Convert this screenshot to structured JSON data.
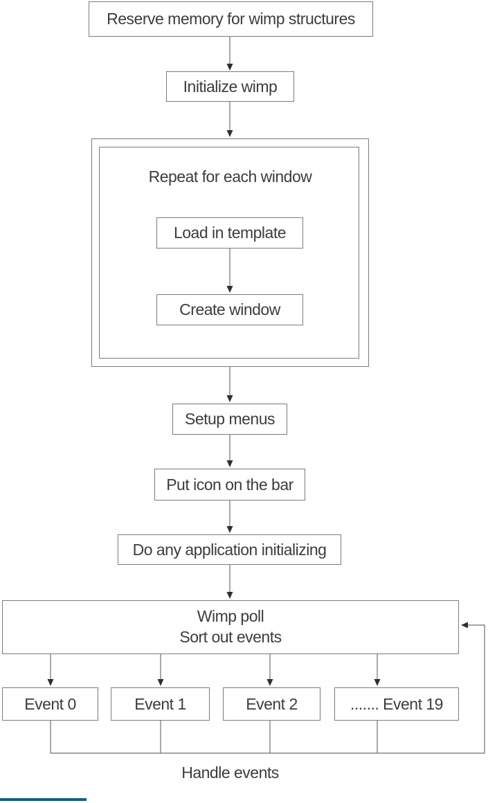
{
  "flowchart": {
    "nodes": {
      "reserve_memory": "Reserve memory for wimp structures",
      "initialize_wimp": "Initialize wimp",
      "repeat_each_window": "Repeat for each window",
      "load_in_template": "Load in template",
      "create_window": "Create window",
      "setup_menus": "Setup menus",
      "put_icon_on_bar": "Put icon on the bar",
      "do_any_app_init": "Do any application initializing",
      "wimp_poll_line1": "Wimp poll",
      "wimp_poll_line2": "Sort out events",
      "handle_events": "Handle events"
    },
    "events": [
      "Event 0",
      "Event 1",
      "Event 2",
      "....... Event 19"
    ],
    "colors": {
      "box_border": "#7a7a7a",
      "connector_line": "#6f6f6f",
      "arrowhead": "#2f2f2f",
      "text": "#3c3c3c",
      "accent_bar_blue": "#175b84",
      "background": "#ffffff"
    }
  }
}
